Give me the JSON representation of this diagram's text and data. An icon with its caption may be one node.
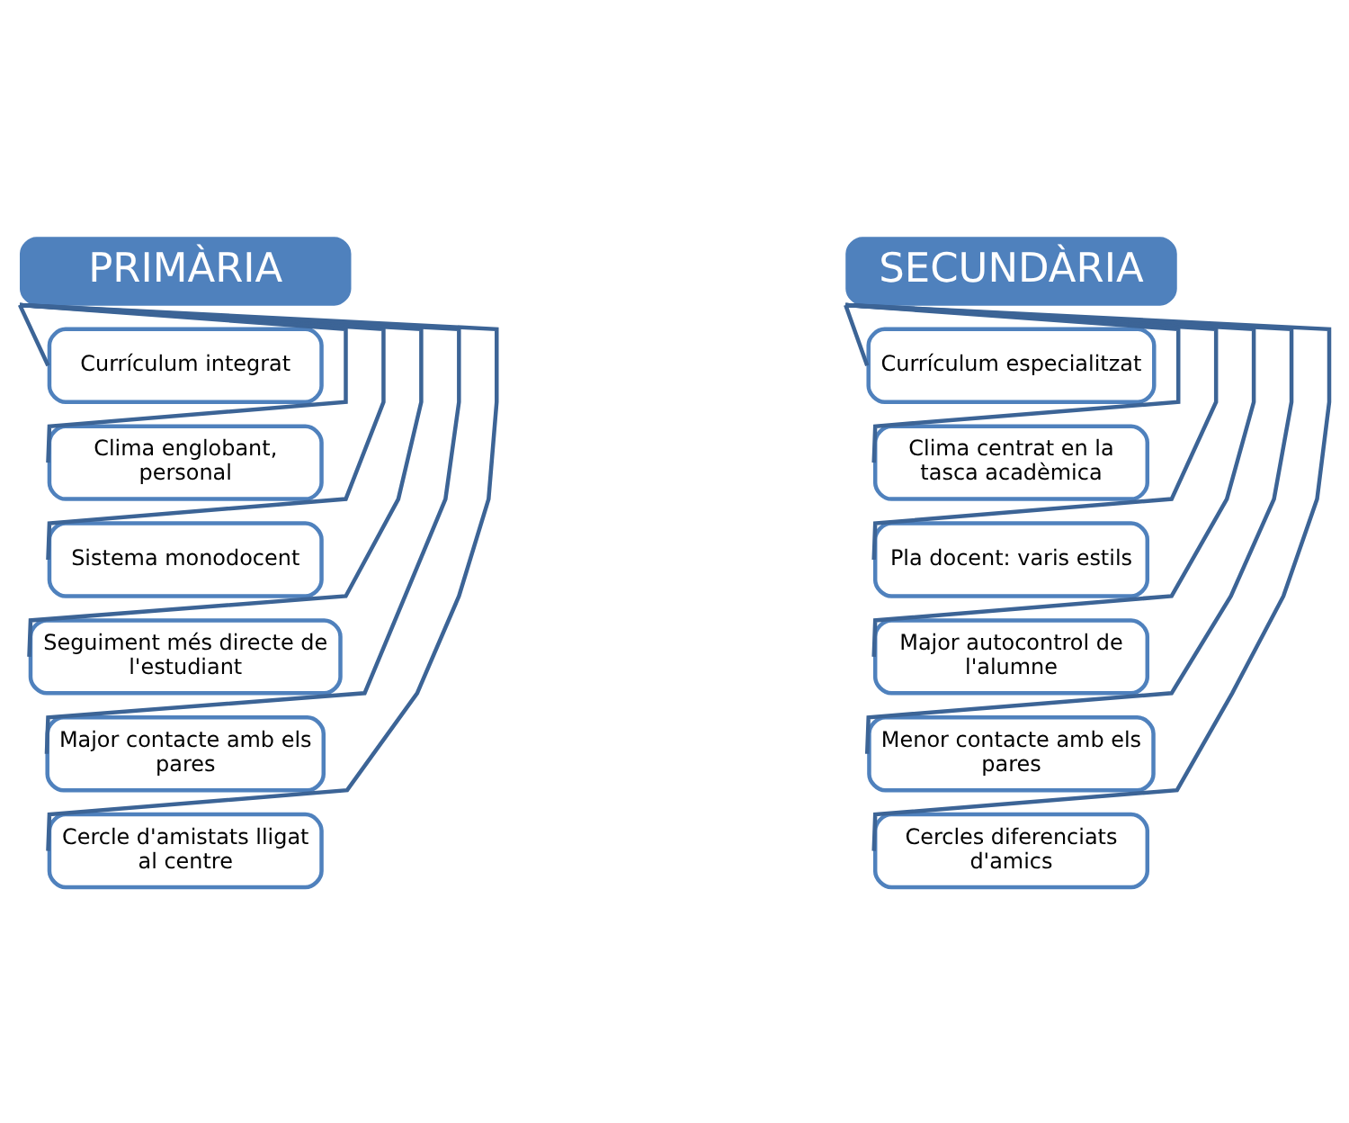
{
  "diagram": {
    "nodes": [
      {
        "text": [
          "PRIMÀRIA"
        ]
      },
      {
        "text": [
          "Currículum integrat"
        ]
      },
      {
        "text": [
          "Clima englobant, personal"
        ]
      },
      {
        "text": [
          "Sistema monodocent"
        ]
      },
      {
        "text": [
          "Seguiment més directe de l'estudiant"
        ]
      },
      {
        "text": [
          "Major contacte amb els pares"
        ]
      },
      {
        "text": [
          "Cercle d'amistats lligat al centre"
        ]
      },
      {
        "text": [
          "SECUNDÀRIA"
        ]
      },
      {
        "text": [
          "Currículum especialitzat"
        ]
      },
      {
        "text": [
          "Clima centrat en la tasca acadèmica"
        ]
      },
      {
        "text": [
          "Pla docent: varis estils"
        ]
      },
      {
        "text": [
          "Major autocontrol de l'alumne"
        ]
      },
      {
        "text": [
          "Menor contacte amb els pares"
        ]
      },
      {
        "text": [
          "Cercles diferenciats d'amics"
        ]
      }
    ],
    "edges": [
      {
        "from": 0,
        "to": 1,
        "arrow": "none"
      },
      {
        "from": 0,
        "to": 2,
        "arrow": "none"
      },
      {
        "from": 0,
        "to": 3,
        "arrow": "none"
      },
      {
        "from": 0,
        "to": 4,
        "arrow": "none"
      },
      {
        "from": 0,
        "to": 5,
        "arrow": "none"
      },
      {
        "from": 0,
        "to": 6,
        "arrow": "none"
      },
      {
        "from": 7,
        "to": 8,
        "arrow": "none"
      },
      {
        "from": 7,
        "to": 9,
        "arrow": "none"
      },
      {
        "from": 7,
        "to": 10,
        "arrow": "none"
      },
      {
        "from": 7,
        "to": 11,
        "arrow": "none"
      },
      {
        "from": 7,
        "to": 12,
        "arrow": "none"
      },
      {
        "from": 7,
        "to": 13,
        "arrow": "none"
      }
    ]
  }
}
